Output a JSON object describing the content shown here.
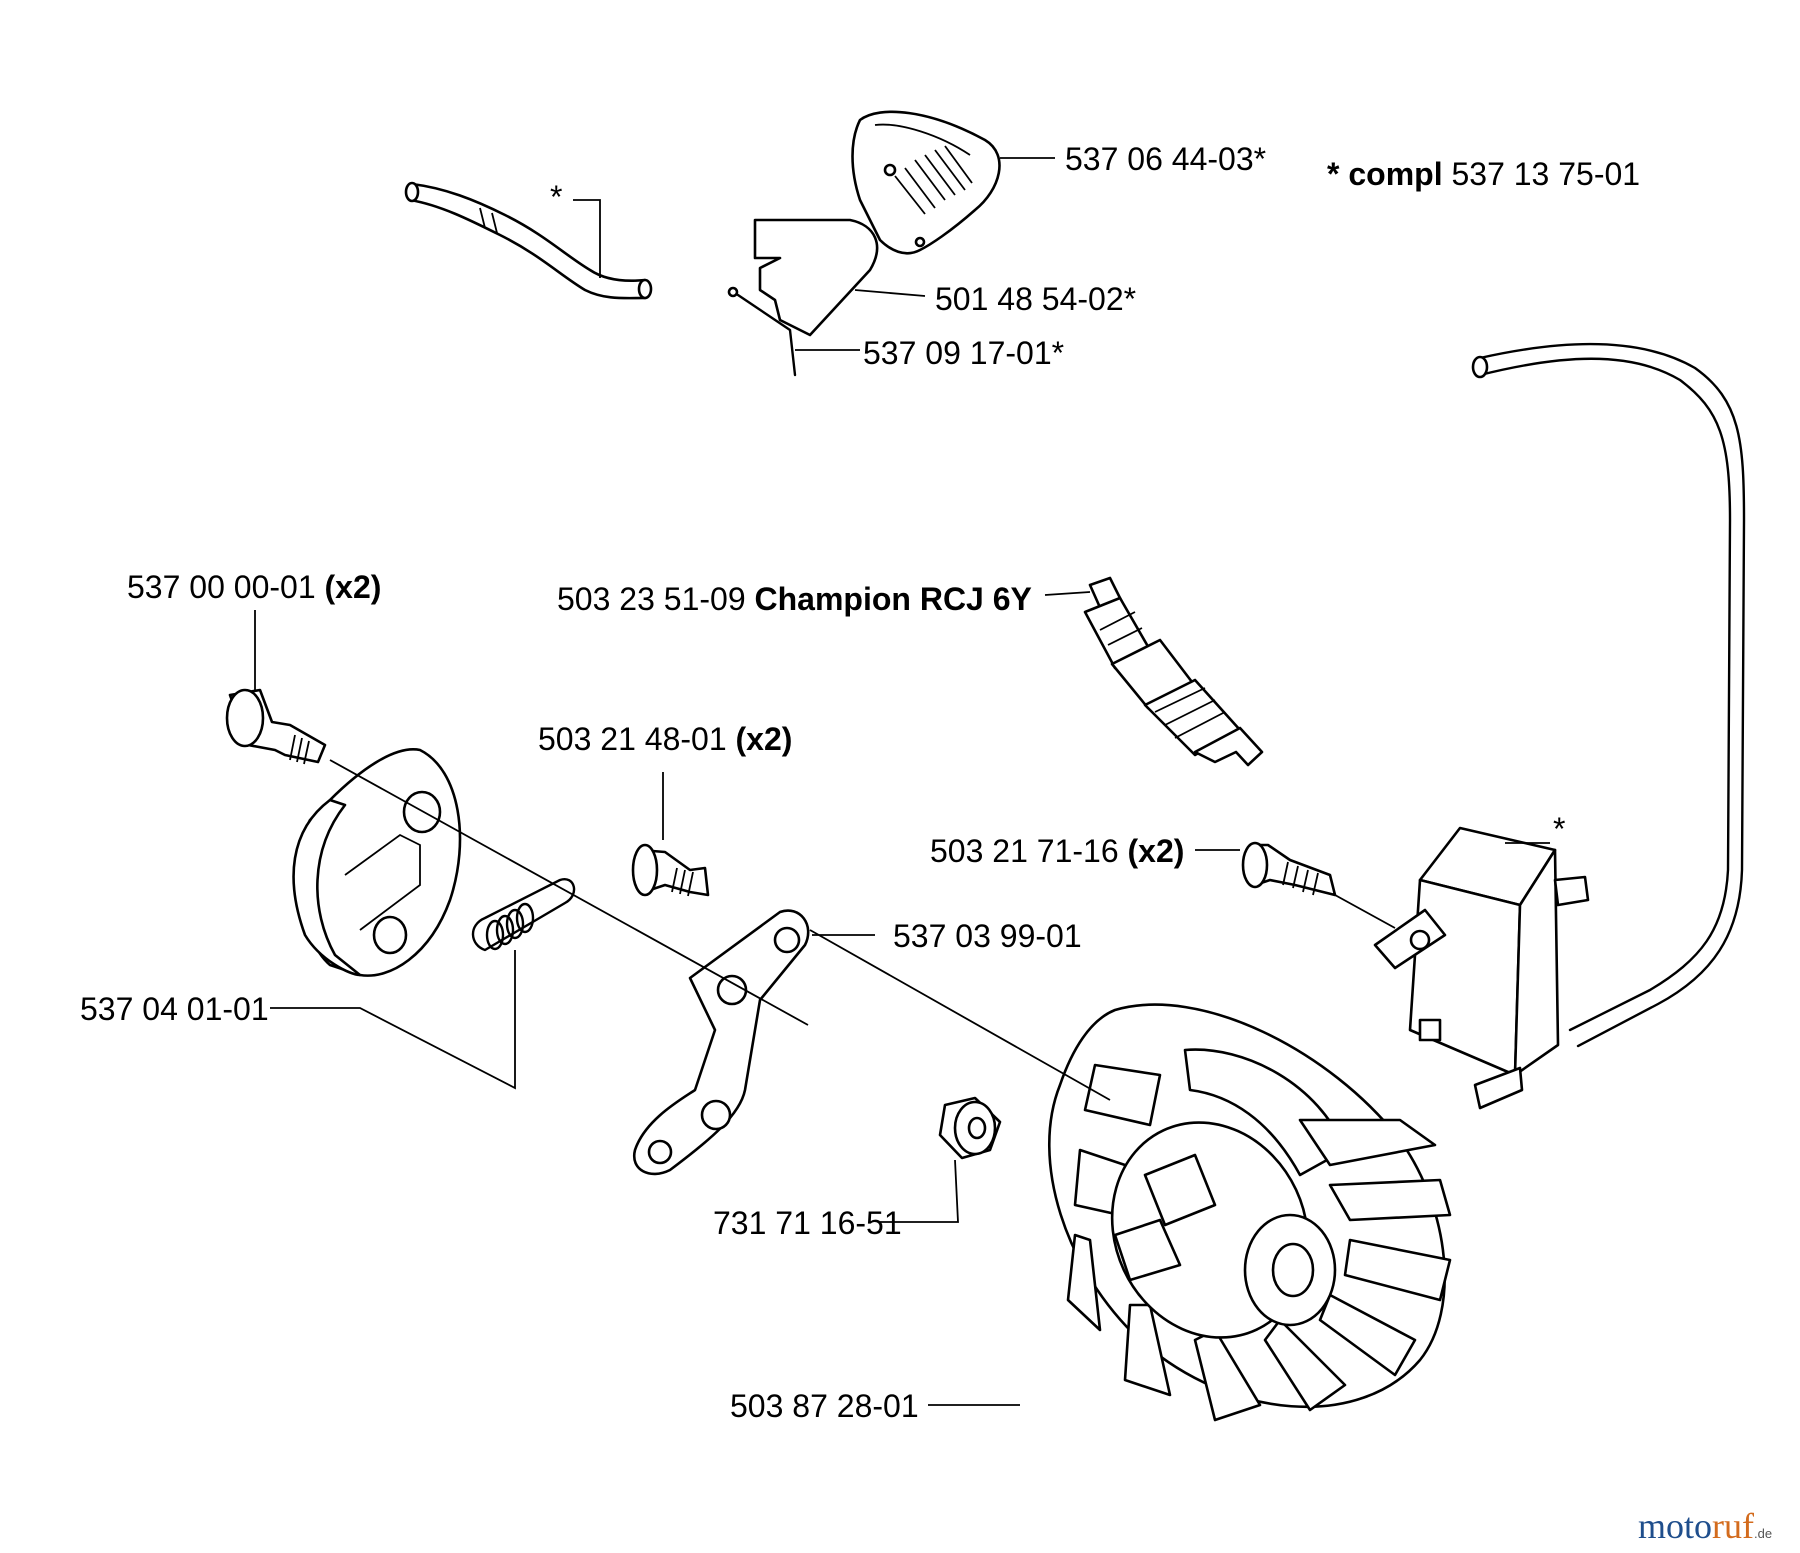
{
  "labels": {
    "air_filter_cover": "537 06 44-03*",
    "complete_kit_prefix": "* compl",
    "complete_kit_number": "537 13 75-01",
    "hose_asterisk": "*",
    "filter_plate": "501 48 54-02*",
    "wire_clip": "537 09 17-01*",
    "screw_537_number": "537 00 00-01",
    "screw_537_qty": "(x2)",
    "spark_plug_number": "503 23 51-09",
    "spark_plug_name": "Champion RCJ 6Y",
    "screw_503_2148_number": "503 21 48-01",
    "screw_503_2148_qty": "(x2)",
    "screw_503_2171_number": "503 21 71-16",
    "screw_503_2171_qty": "(x2)",
    "ignition_asterisk": "*",
    "lever": "537 03 99-01",
    "clutch": "537 04 01-01",
    "nut": "731 71 16-51",
    "flywheel": "503 87 28-01"
  },
  "watermark": {
    "part1": "moto",
    "part2": "ruf",
    "suffix": ".de"
  }
}
